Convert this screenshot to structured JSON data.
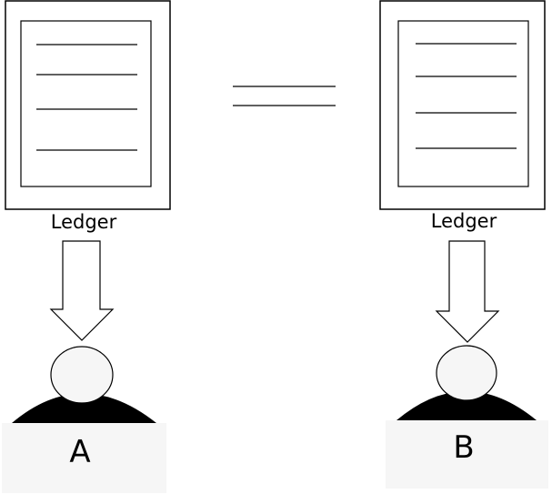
{
  "diagram": {
    "left_ledger_label": "Ledger",
    "right_ledger_label": "Ledger",
    "person_a_label": "A",
    "person_b_label": "B"
  },
  "colors": {
    "stroke": "#000000",
    "head_fill": "#f6f6f6",
    "body_fill": "#000000",
    "box_fill": "#f6f6f6"
  }
}
